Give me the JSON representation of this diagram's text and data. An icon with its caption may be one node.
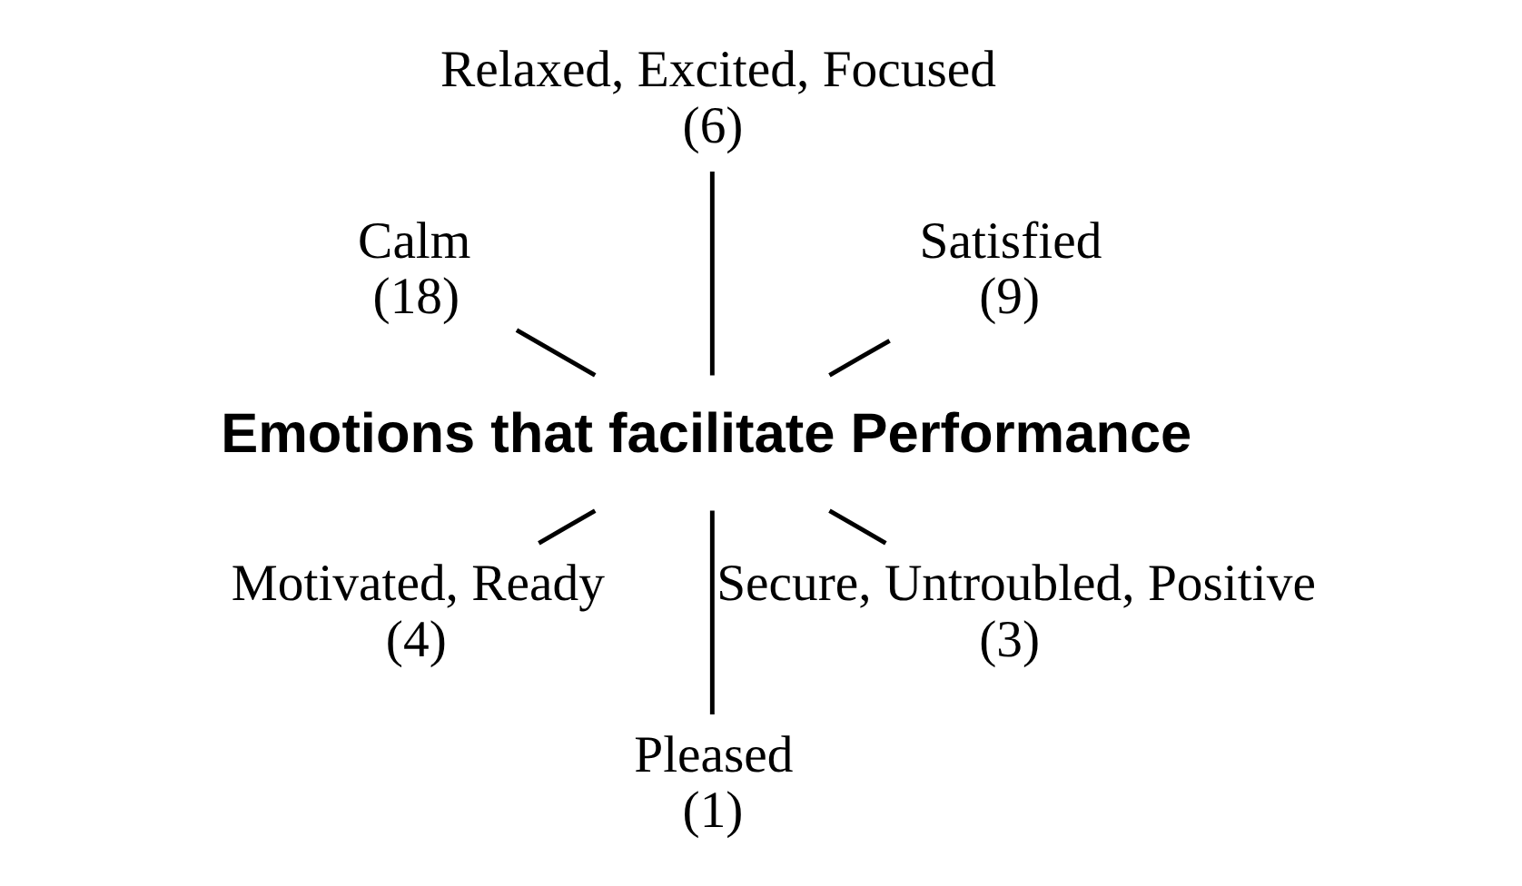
{
  "diagram": {
    "nodes": [
      {
        "text": [
          "Satisfied",
          "(9)"
        ]
      },
      {
        "text": [
          "Relaxed, Excited, Focused",
          "(6)"
        ]
      },
      {
        "text": [
          "Calm",
          "(18)"
        ]
      },
      {
        "text": [
          "Emotions that facilitate Performance"
        ]
      },
      {
        "text": [
          "Motivated, Ready",
          "(4)"
        ]
      },
      {
        "text": [
          "Pleased",
          "(1)"
        ]
      },
      {
        "text": [
          "Secure, Untroubled, Positive",
          "(3)"
        ]
      }
    ],
    "edges": [
      {
        "from": 3,
        "to": 0,
        "arrow": "none"
      },
      {
        "from": 3,
        "to": 1,
        "arrow": "none"
      },
      {
        "from": 3,
        "to": 2,
        "arrow": "none"
      },
      {
        "from": 3,
        "to": 4,
        "arrow": "none"
      },
      {
        "from": 3,
        "to": 5,
        "arrow": "none"
      },
      {
        "from": 3,
        "to": 6,
        "arrow": "none"
      }
    ]
  }
}
